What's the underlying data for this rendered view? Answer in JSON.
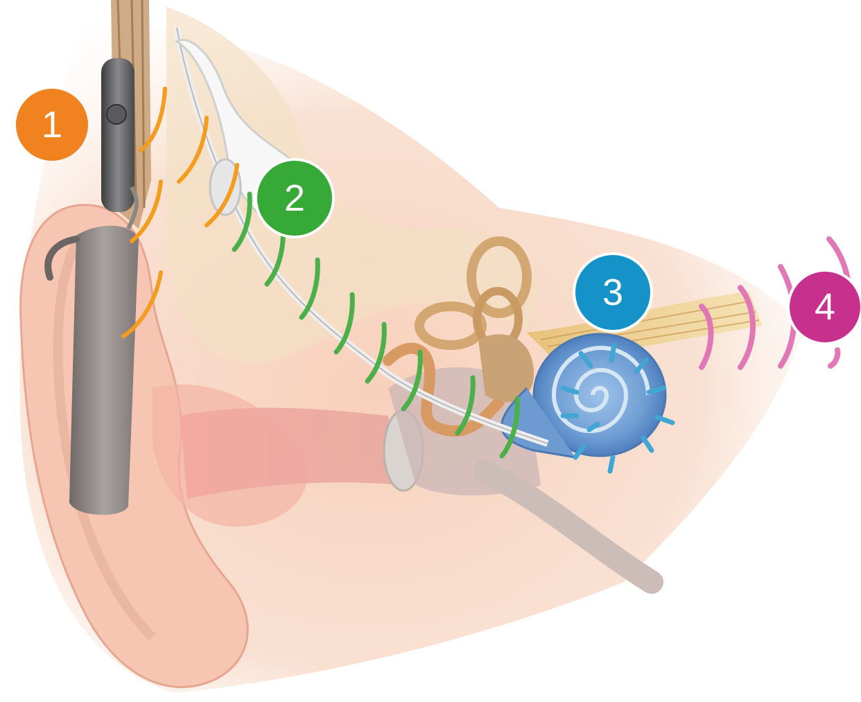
{
  "diagram": {
    "steps": [
      {
        "label": "1",
        "color": "#f0821f"
      },
      {
        "label": "2",
        "color": "#36a936"
      },
      {
        "label": "3",
        "color": "#1593c9"
      },
      {
        "label": "4",
        "color": "#c8308e"
      }
    ],
    "wave_colors": {
      "step1": "#f39c1e",
      "step2": "#4cb04a",
      "step3": "#41a6d3",
      "step4": "#e277b5"
    }
  }
}
